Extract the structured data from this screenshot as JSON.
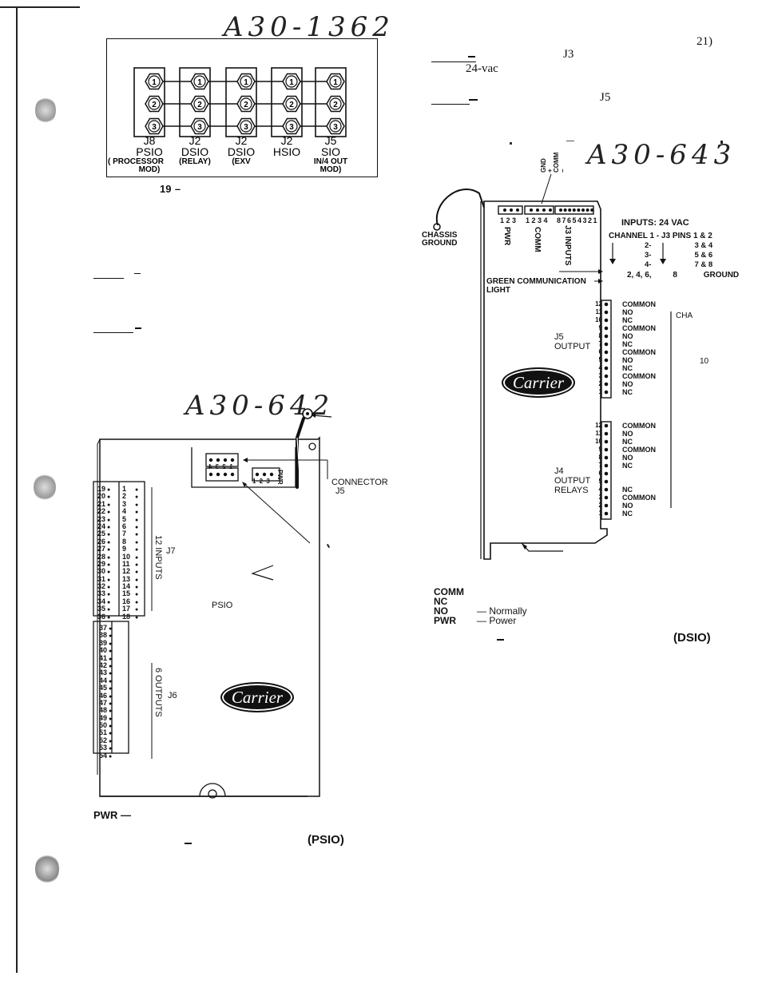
{
  "handwritten": {
    "fig19_id": "A30-1362",
    "fig20_id": "A30-642",
    "fig21_id": "A30-643"
  },
  "fig19": {
    "caption_num": "19",
    "connectors": [
      {
        "jack": "J8",
        "module": "PSIO",
        "sub": "( PROCESSOR",
        "sub2": "MOD)"
      },
      {
        "jack": "J2",
        "module": "DSIO",
        "sub": "(RELAY)",
        "sub2": ""
      },
      {
        "jack": "J2",
        "module": "DSIO",
        "sub": "(EXV",
        "sub2": ""
      },
      {
        "jack": "J2",
        "module": "HSIO",
        "sub": "",
        "sub2": ""
      },
      {
        "jack": "J5",
        "module": "SIO",
        "sub": "IN/4 OUT",
        "sub2": "MOD)"
      }
    ],
    "pins": [
      "1",
      "2",
      "3"
    ]
  },
  "right_text": {
    "fig_num": "21)",
    "j3": "J3",
    "vac": "24-vac",
    "j5": "J5"
  },
  "fig21": {
    "pin_labels": [
      "GND",
      "+",
      "COMM",
      "-"
    ],
    "top_numbers_pwr": "1 2 3",
    "top_numbers_comm": "1 2 3 4",
    "top_numbers_inputs": "8 7 6 5 4 3 2 1",
    "pwr": "PWR",
    "comm": "COMM",
    "inputs_j3": "J3 INPUTS",
    "chassis_ground": "CHASSIS GROUND",
    "inputs_title": "INPUTS: 24 VAC",
    "channel_header": "CHANNEL  1 -  J3 PINS 1 & 2",
    "channel_rows": [
      {
        "ch": "2-",
        "pins": "3 & 4"
      },
      {
        "ch": "3-",
        "pins": "5 & 6"
      },
      {
        "ch": "4-",
        "pins": "7 & 8"
      }
    ],
    "ground_note": "2, 4, 6,",
    "ground_note2": "8",
    "ground_note3": "GROUND",
    "green_light": "GREEN  COMMUNICATION",
    "green_light2": "LIGHT",
    "j5_label": "J5",
    "j5_output": "OUTPUT",
    "j4_label": "J4",
    "j4_output": "OUTPUT",
    "j4_relays": "RELAYS",
    "cha": "CHA",
    "ten": "10",
    "j5_pin_numbers": [
      "12",
      "11",
      "10",
      "9",
      "8",
      "7",
      "6",
      "5",
      "4",
      "3",
      "2",
      "1"
    ],
    "j5_terms": [
      "COMMON",
      "NO",
      "NC",
      "COMMON",
      "NO",
      "NC",
      "COMMON",
      "NO",
      "NC",
      "COMMON",
      "NO",
      "NC"
    ],
    "j4_pin_numbers": [
      "12",
      "11",
      "10",
      "9",
      "8",
      "7",
      "6",
      "5",
      "4",
      "3",
      "2",
      "1"
    ],
    "j4_terms": [
      "COMMON",
      "NO",
      "NC",
      "COMMON",
      "NO",
      "NC",
      "",
      "",
      "NC",
      "COMMON",
      "NO",
      "NC"
    ],
    "logo": "Carrier"
  },
  "legend21": [
    {
      "abbr": "COMM",
      "def": ""
    },
    {
      "abbr": "NC",
      "def": ""
    },
    {
      "abbr": "NO",
      "def": "— Normally"
    },
    {
      "abbr": "PWR",
      "def": "— Power"
    }
  ],
  "fig21_caption_end": "(DSIO)",
  "fig20": {
    "connector": "CONNECTOR",
    "connector2": "J5",
    "j7": "J7",
    "inputs_12": "12 INPUTS",
    "j6": "J6",
    "outputs_6": "6 OUTPUTS",
    "psio": "PSIO",
    "pwr_tag": "PWR",
    "top_pins": "1 2 3 4",
    "pwr_pins": "1 2 3",
    "col_left": [
      "19",
      "20",
      "21",
      "22",
      "23",
      "24",
      "25",
      "26",
      "27",
      "28",
      "29",
      "30",
      "31",
      "32",
      "33",
      "34",
      "35",
      "36"
    ],
    "col_right": [
      "1",
      "2",
      "3",
      "4",
      "5",
      "6",
      "7",
      "8",
      "9",
      "10",
      "11",
      "12",
      "13",
      "14",
      "15",
      "16",
      "17",
      "18"
    ],
    "col_out": [
      "37",
      "38",
      "39",
      "40",
      "41",
      "42",
      "43",
      "44",
      "45",
      "46",
      "47",
      "48",
      "49",
      "50",
      "51",
      "52",
      "53",
      "54"
    ],
    "logo": "Carrier"
  },
  "legend20": "PWR —",
  "fig20_caption_end": "(PSIO)"
}
